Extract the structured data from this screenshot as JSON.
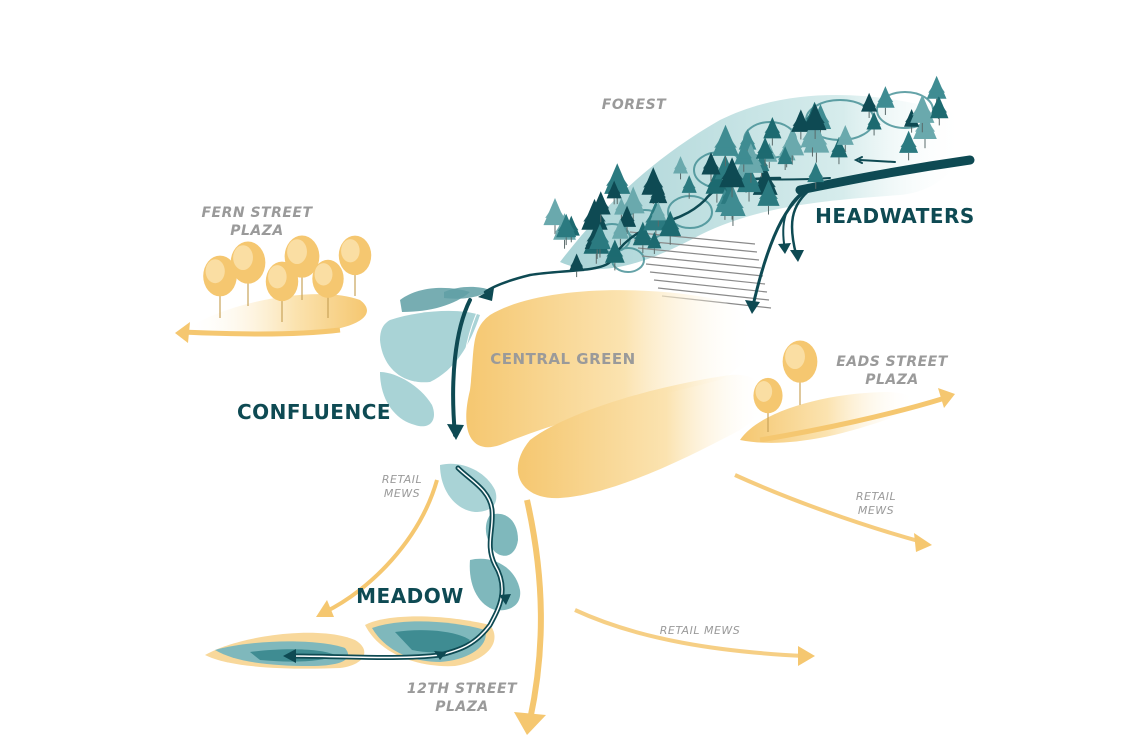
{
  "colors": {
    "teal_dark": "#0e4a53",
    "teal_mid": "#3f8c92",
    "teal_light": "#a9d3d6",
    "teal_pale": "#d6ecec",
    "yellow": "#f5c770",
    "yellow_light": "#fbe3b0",
    "yellow_pale": "#fdf1d8",
    "gray_text": "#9a9a9a",
    "line_gray": "#8a8a8a"
  },
  "labels": {
    "forest": "FOREST",
    "headwaters": "HEADWATERS",
    "fern_street_plaza": "FERN STREET\nPLAZA",
    "central_green": "CENTRAL GREEN",
    "confluence": "CONFLUENCE",
    "eads_street_plaza": "EADS STREET\nPLAZA",
    "retail_mews_left": "RETAIL\nMEWS",
    "retail_mews_right": "RETAIL\nMEWS",
    "retail_mews_bottom": "RETAIL MEWS",
    "meadow": "MEADOW",
    "twelfth_street_plaza": "12TH STREET\nPLAZA"
  }
}
